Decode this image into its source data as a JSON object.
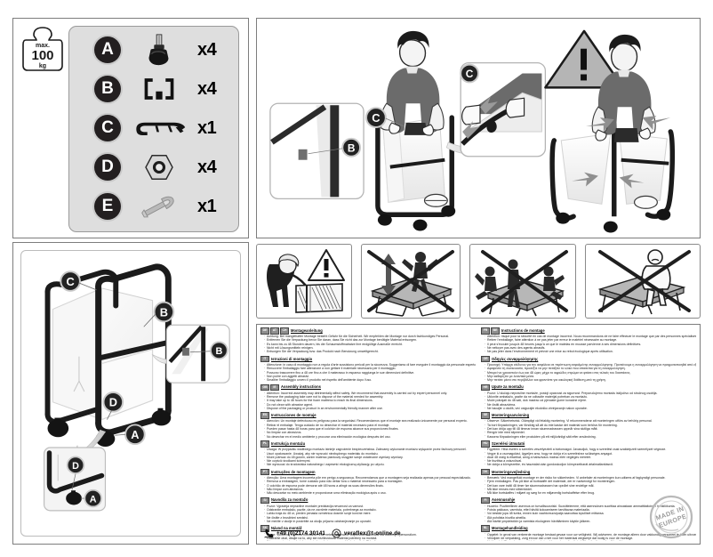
{
  "sheet": {
    "title": "Assembly instruction sheet"
  },
  "parts_panel": {
    "name": "parts-list",
    "weight_badge": {
      "max_label": "max.",
      "value": "100",
      "unit": "kg"
    },
    "person_icon": "person-icon",
    "rows": [
      {
        "letter": "A",
        "icon": "caster-wheel-icon",
        "qty": "x4"
      },
      {
        "letter": "B",
        "icon": "bracket-clip-icon",
        "qty": "x4"
      },
      {
        "letter": "C",
        "icon": "crossbar-icon",
        "qty": "x1"
      },
      {
        "letter": "D",
        "icon": "hex-nut-icon",
        "qty": "x4"
      },
      {
        "letter": "E",
        "icon": "wrench-icon",
        "qty": "x1"
      }
    ]
  },
  "diagram_panel": {
    "name": "exploded-assembly-diagram",
    "callout_labels": [
      "C",
      "B",
      "D",
      "A"
    ],
    "detail_boxes": [
      {
        "name": "detail-b",
        "labels": [
          "B"
        ]
      },
      {
        "name": "detail-a-d",
        "labels": [
          "D",
          "A"
        ]
      }
    ]
  },
  "illustration_panel": {
    "name": "assembly-steps-illustration",
    "detail_box_left": {
      "label": "B"
    },
    "step_main": {
      "label": "C"
    },
    "detail_box_right": {
      "label": "C"
    },
    "warning_symbol": "!"
  },
  "warning_panels": [
    {
      "name": "warning-pinch-hazard",
      "symbol": "!",
      "crossed": false
    },
    {
      "name": "warning-no-jumping",
      "symbol": "",
      "crossed": true
    },
    {
      "name": "warning-no-sitting-edge",
      "symbol": "",
      "crossed": true
    },
    {
      "name": "warning-no-standing",
      "symbol": "",
      "crossed": true
    }
  ],
  "instructions": {
    "left_column": [
      {
        "flags": [
          "DE",
          "AT",
          "CH"
        ],
        "title": "Montageanleitung",
        "lines": [
          "Achtung: Bei mangelhafter Montage besteht Gefahr für die Sicherheit. Wir empfehlen die Montage nur durch fachkundiges Personal.",
          "Entfernen Sie die Verpackung bevor Sie daran, dass Sie nicht das zur Montage benötigte Material entsorgen.",
          "Es kann bis zu 48 Stunden dauern, bis die Schaumstoffmatratze ihre endgültige Ausmaße erreicht.",
          "Nicht mit Lösungsmitteln reinigen.",
          "Entsorgen Sie die Verpackung bzw. das Produkt nach Benutzung umweltgerecht."
        ]
      },
      {
        "flags": [
          "IT"
        ],
        "title": "Istruzioni di montaggio",
        "lines": [
          "Attenzione: in caso di montaggio non a regola d'arte sussistono pericoli per la sicurezza. Suggeriamo di fare eseguire il montaggio da personale esperto.",
          "Rimuovere l'imballaggio fare attenzione a non gettare il materiale necessario per il montaggio.",
          "Possono trascorrere fino a 48 ore fino a che il materasso in espanso raggiunga le sue dimensioni definitive.",
          "Non pulire con aggetti abrasivi.",
          "Smaltire l'imballaggio ovvero il prodotto nel rispetto dell'ambiente dopo l'uso."
        ]
      },
      {
        "flags": [
          "GB",
          "IE"
        ],
        "title": "Assembly instructions",
        "lines": [
          "Attention: Incorrect assembly may detrimentally affect safety. We recommend that assembly is carried out by expert personnel only.",
          "Remove the packaging take care not to dispose of the material needed for assembly.",
          "It may take up to 48 hours for the foam mattress to reach its final dimensions.",
          "Do not clean with abrasive agent.",
          "Dispose of the packaging or product in an environmentally friendly manner after use."
        ]
      },
      {
        "flags": [
          "ES"
        ],
        "title": "Instrucciones de montaje",
        "lines": [
          "Atención: Un montaje defectuoso es peligroso para la seguridad. Recomendamos que el montaje sea realizado únicamente por personal experto.",
          "Retirar el embalaje. Tenga cuidado de no desechar el material necesario para el montaje.",
          "Pueden pasar hasta 48 horas para que el colchón de espuma alcance sus proporciones finales.",
          "No limpiar con abrasivos.",
          "No desechar en el medio ambiente y procurar una eliminación ecológica después del uso."
        ]
      },
      {
        "flags": [
          "PL"
        ],
        "title": "Instrukcja montażu",
        "lines": [
          "Uwaga: W przypadku wadliwego montażu istnieje zagrożenie bezpieczeństwa. Zalecamy wykonanie montażu wyłącznie przez fachowy personel.",
          "Usuń opakowanie. Uważaj, aby nie wyrzucić niezbędnego materiału do montażu.",
          "Może potrwać do 48 godzin, zanim materac piankowy osiągnie swoje ostateczne wymiary wymiary.",
          "Nie czyścić środkami ściernymi.",
          "Nie wyrzucać do środowiska naturalnego i zapewnić ekologiczną utylizację po użyciu."
        ]
      },
      {
        "flags": [
          "PT"
        ],
        "title": "Instruções de montagem",
        "lines": [
          "Atenção: Uma montagem incorreta põe em perigo a segurança. Recomendamos que a montagem seja realizada apenas por pessoal especializado.",
          "Remova a embalagem, tome cuidado para não deitar fora o material necessário para a montagem.",
          "O colchão de espuma pode demorar até 48 horas a atingir as suas dimensões finais.",
          "Não limpar com abrasivos.",
          "Não descartar no meio ambiente e proporcionar uma eliminação ecológica após o uso."
        ]
      },
      {
        "flags": [
          "SI"
        ],
        "title": "Navodila za montažo",
        "lines": [
          "Pozor: Vgradnja nepravilne montaže predstavlja nevarnost za varnost.",
          "Odstranite embalažo, pazite, da ne zavržete materiala, potrebnega za montažo.",
          "Lahko traja do 48 ur, preden penasta vzmetnica doseže svoje končne mere.",
          "Ne čistite z brusilnimi sredstvi.",
          "Ne mečite v okolje in poskrbite za okolju prijazno odstranjevanje po uporabi."
        ]
      },
      {
        "flags": [
          "SK"
        ],
        "title": "Návod na montáž",
        "lines": [
          "Pozor: Vyrobené chybnou montážou hrozí nebezpečenstvo. Odporúčame montáž iba odborným personálom.",
          "Odstráňte obal, dbajte na to, aby ste nezlikvidovali materiál potrebný na montáž.",
          "Kým penový matrac dosiahne svoje konečné rozmery, môže to trvať až 48 hodín.",
          "Nie je čistiť brusivom.",
          "Nevyhadzujte do životného prostredia a zabezpečte ekologickú likvidáciu po použití."
        ]
      },
      {
        "flags": [
          "CZ"
        ],
        "title": "Montážní návod",
        "lines": [
          "Pozor: Při chybné montáži vzniká nebezpečí. Doporučujeme montáž pouze odborným personálem.",
          "Odstraňte obal, dbejte na to, abyste nelikvidovali materiál potřebný k montáži.",
          "Může trvat až 48 hodin, než pěnová matrace dosáhne svých konečných rozměrů.",
          "Nejsou čistit brusivem.",
          "Nevyhazujte do životního prostředí a zajistěte ekologickou likvidaci po použití."
        ]
      }
    ],
    "right_column": [
      {
        "flags": [
          "FR",
          "BE"
        ],
        "title": "Instructions de montage",
        "lines": [
          "Attention: risque pour la sécurité en cas de montage incorrect. Nous recommandons de ne faire effectuer le montage que par des personnes spécialisées.",
          "Retirer l'emballage, faire attention à ne pas jeter par erreur le matériel nécessaire au montage.",
          "Il peut s'écouler jusqu'à 48 heures jusqu'à ce que le matelas en mousse parvienne à ses dimensions définitives.",
          "Ne nettoyer pas avec des agents abrasifs.",
          "Ne pas jeter dans l'environnement et prévoir une mise au rebut écologique après utilisation."
        ]
      },
      {
        "flags": [
          "GR"
        ],
        "title": "Οδηγίες συναρμολόγησης",
        "lines": [
          "Προσοχή: Υπάρχει κίνδυνος για την ασφάλεια σε περίπτωση εσφαλμένης συναρμολόγησης. Προτείνουμε η συναρμολόγηση να πραγματοποιηθεί από εξειδικευμένο προσωπικό.",
          "Αφαιρέστε τη συσκευασία, προσέξτε να μην πετάξετε το υλικό που απαιτείται για τη συναρμολόγηση.",
          "Μπορεί να χρειαστούν έως και 48 ώρες μέχρι το αφρώδες στρώμα να φτάσει στις τελικές του διαστάσεις.",
          "Μην καθαρίζετε με λειαντικά μέσα.",
          "Μην πετάτε μέσα στο περιβάλλον και φροντίστε για οικολογική διάθεση μετά τη χρήση."
        ]
      },
      {
        "flags": [
          "HR"
        ],
        "title": "Upute za montažu",
        "lines": [
          "Pozor: U slučaju nepravilne montaže, postoji opasnost za sigurnost. Preporučujemo montažu isključivo od stručnog osoblja.",
          "Uklonite ambalažu, pazite da ne odbacite materijal potreban za montažu.",
          "Može potrajati do 48 sati, dok madrac od pjenaste gume konačne mjere.",
          "Ne čistiti abrazivima.",
          "Ne bacajte u okoliš, već osigurajte ekološko zbrinjavanje nakon uporabe."
        ]
      },
      {
        "flags": [
          "SE"
        ],
        "title": "Monteringsanvisning",
        "lines": [
          "Observe: Säkerhetsrisk. Olämpligt vid felaktig montering. Vi rekommenderar att monteringen utförs av behörig personal.",
          "Ta bort förpackningen, var försiktig så att du inte kastar det material som behövs för montering.",
          "Det kan dröja upp till 48 timmar innan skummadrassen uppnår sina slutliga mått.",
          "Rengör inte med slipmedel.",
          "Kassera förpackningen eller produkten på ett miljövänligt sätt efter användning."
        ]
      },
      {
        "flags": [
          "HU"
        ],
        "title": "Szerelési útmutató",
        "lines": [
          "Figyelem: Hiba esetén a szerelés veszélyezteti a biztonságot. Javasoljuk, hogy a szerelést csak szakképzett személyzet végezze.",
          "Vegye ki a csomagolást, ügyeljen arra, hogy ne dobja el a szereléshez szükséges anyagot.",
          "Akár 48 óráig is eltarthat, amíg a habszivacs matrac eléri végleges méretét.",
          "Ne tisztítsa a csiszolóval.",
          "Ne dobja a környezetbe, és használat után gondoskodjon környezetbarát ártalmatlanításról."
        ]
      },
      {
        "flags": [
          "DK"
        ],
        "title": "Monteringsvejledning",
        "lines": [
          "Bemærk: Ved mangelfuld montage er der risiko for sikkerheden. Vi anbefaler at monteringen kun udføres af fagkyndigt personale.",
          "Fjern emballagen. Pas på ikke at bortskaffe det materiale, der er nødvendigt for monteringen.",
          "Det kan vare indtil 48 timer før skummadrassen har opnået sine endelige mål.",
          "Må ikke renses med slibemiddel.",
          "Må ikke bortskaffes i miljøet og sørg for en miljøvenlig bortskaffelse efter brug."
        ]
      },
      {
        "flags": [
          "FI"
        ],
        "title": "Asennusohje",
        "lines": [
          "Huomio: Puutteellinen asennus on turvallisuusriski. Suosittelemme, että asennuksen suorittaa ainoastaan ammattitaitoinen henkilökunta.",
          "Poista pakkaus, varmista, ettei hävitä kokoamiseen tarvittavaa materiaalia.",
          "Voi kestää jopa 48 tuntia, ennen kuin vaahtomuovipatja saavuttaa lopulliset mittansa.",
          "Älä puhdista hiovilla aineilla.",
          "Älä hävitä ympäristöön ja varmista ekologinen hävittäminen käytön jälkeen."
        ]
      },
      {
        "flags": [
          "NL"
        ],
        "title": "Montagehandleiding",
        "lines": [
          "Opgelet: In geval van verkeerde montage bestaat gevaar voor uw veiligheid. Wij adviseren, de montage alleen door vakkundig personeel te laten uitvoeren.",
          "Verwijder de verpakking, zorg ervoor dat u niet voor het materiaal wegwerpt dat nodig is voor de montage.",
          "Het kan tot 48 uur duren voordat de schuimrubbermatras zijn uiteindelijke afmetingen heeft bereikt.",
          "Niet reinigen met schuurmiddelen.",
          "Voer de verpakking of het product na gebruik op een milieuvriendelijke manier af."
        ]
      }
    ]
  },
  "footer": {
    "phone_icon": "telephone-icon",
    "phone": "+49 (0)2174 30141",
    "email_icon": "at-sign-icon",
    "email": "veraflex@t-online.de",
    "stamp": {
      "line1": "MADE IN",
      "line2": "EUROPE"
    }
  }
}
